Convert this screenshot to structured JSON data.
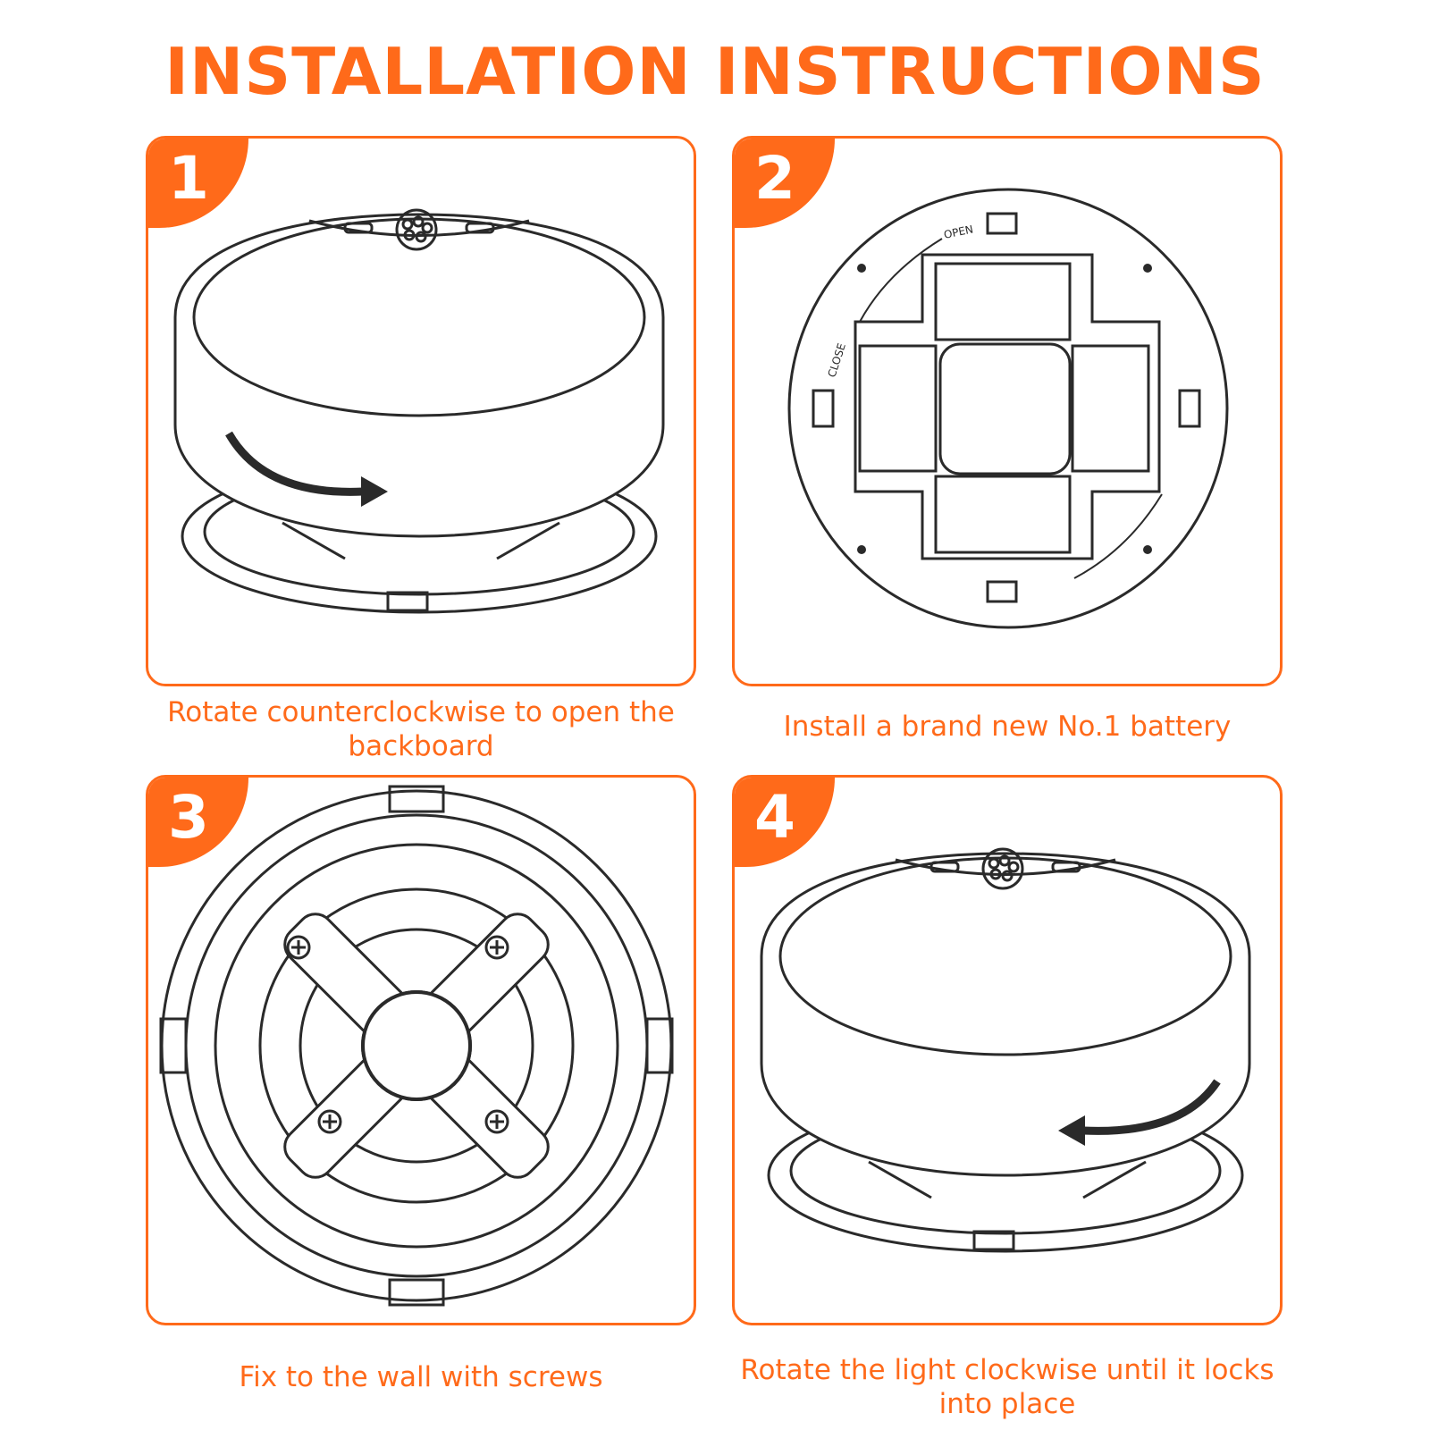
{
  "title": "INSTALLATION INSTRUCTIONS",
  "colors": {
    "accent": "#ff6a1a",
    "line": "#2a2a2a"
  },
  "steps": [
    {
      "number": "1",
      "caption": "Rotate counterclockwise to open the backboard"
    },
    {
      "number": "2",
      "caption": "Install a brand new No.1 battery",
      "labels": {
        "open": "OPEN",
        "close": "CLOSE"
      }
    },
    {
      "number": "3",
      "caption": "Fix to the wall with screws"
    },
    {
      "number": "4",
      "caption": "Rotate the light clockwise until it locks into place"
    }
  ]
}
